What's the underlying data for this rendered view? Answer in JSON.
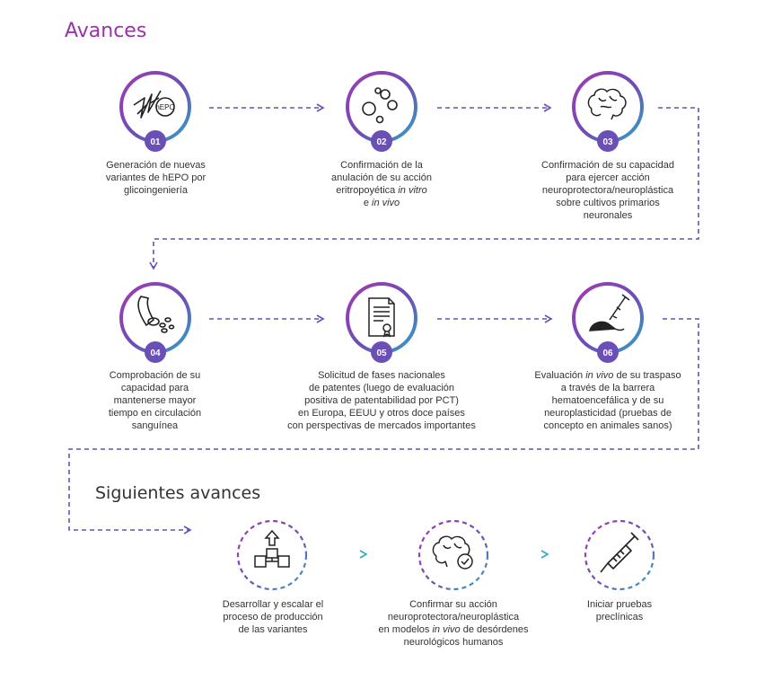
{
  "headings": {
    "avances": "Avances",
    "siguientes": "Siguientes avances"
  },
  "colors": {
    "purple": "#9a32a8",
    "indigo": "#6a4fb6",
    "teal": "#2fa6c8",
    "badge": "#6a4fb6",
    "dash": "#6a4fb6"
  },
  "steps": [
    {
      "badge": "01",
      "icon": "protein-ribbon-icon",
      "icon_text": "hEPO",
      "caption": [
        "Generación de nuevas",
        "variantes de hEPO por",
        "glicoingeniería"
      ]
    },
    {
      "badge": "02",
      "icon": "cells-bubbles-icon",
      "caption": [
        "Confirmación de la",
        "anulación de su acción",
        "eritropoyética ",
        "in vitro",
        "e ",
        "in vivo"
      ]
    },
    {
      "badge": "03",
      "icon": "brain-icon",
      "caption": [
        "Confirmación de su capacidad",
        "para ejercer acción",
        "neuroprotectora/neuroplástica",
        "sobre cultivos primarios",
        "neuronales"
      ]
    },
    {
      "badge": "04",
      "icon": "blood-vessel-icon",
      "caption": [
        "Comprobación de su",
        "capacidad para",
        "mantenerse mayor",
        "tiempo en circulación",
        "sanguínea"
      ]
    },
    {
      "badge": "05",
      "icon": "patent-document-icon",
      "caption": [
        "Solicitud de fases nacionales",
        "de patentes (luego de evaluación",
        "positiva de patentabilidad por PCT)",
        "en Europa, EEUU y otros doce países",
        "con perspectivas de mercados importantes"
      ]
    },
    {
      "badge": "06",
      "icon": "mouse-syringe-icon",
      "caption": [
        "Evaluación ",
        "in vivo",
        " de su traspaso",
        "a través de la barrera",
        "hematoencefálica y de su",
        "neuroplasticidad (pruebas de",
        "concepto en animales sanos)"
      ]
    }
  ],
  "next_steps": [
    {
      "icon": "process-flow-icon",
      "caption": [
        "Desarrollar y escalar el",
        "proceso de producción",
        "de las variantes"
      ]
    },
    {
      "icon": "brain-check-icon",
      "caption": [
        "Confirmar su acción",
        "neuroprotectora/neuroplástica",
        "en modelos ",
        "in vivo",
        "  de desórdenes",
        "neurológicos humanos"
      ]
    },
    {
      "icon": "syringe-icon",
      "caption": [
        "Iniciar pruebas",
        "preclínicas"
      ]
    }
  ]
}
